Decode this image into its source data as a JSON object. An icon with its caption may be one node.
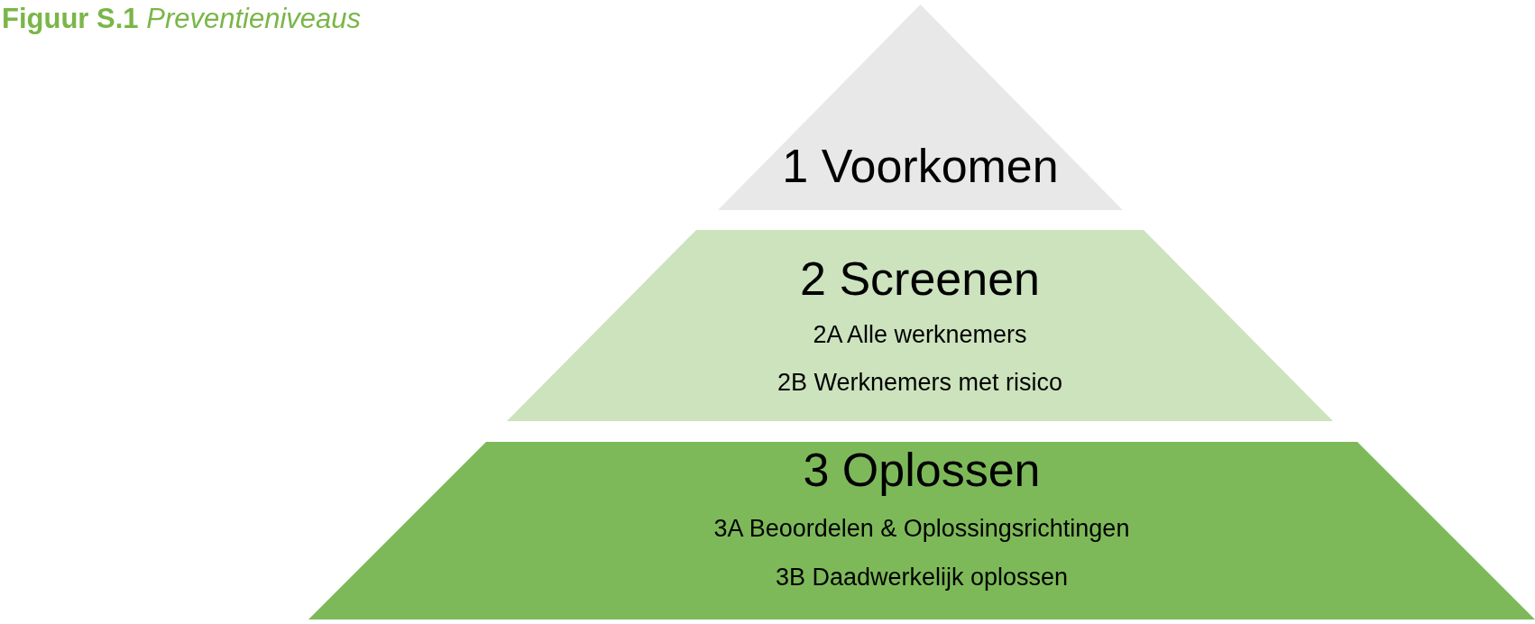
{
  "diagram": {
    "title": "**Figuur S.1** *Preventieniveaus*",
    "nodes": [
      {
        "text": [
          "1 Voorkomen"
        ]
      },
      {
        "text": [
          "2 Screenen",
          "2A Alle werknemers",
          "2B Werknemers met risico"
        ]
      },
      {
        "text": [
          "3 Oplossen",
          "3A Beoordelen & Oplossingsrichtingen",
          "3B Daadwerkelijk oplossen"
        ]
      }
    ]
  }
}
